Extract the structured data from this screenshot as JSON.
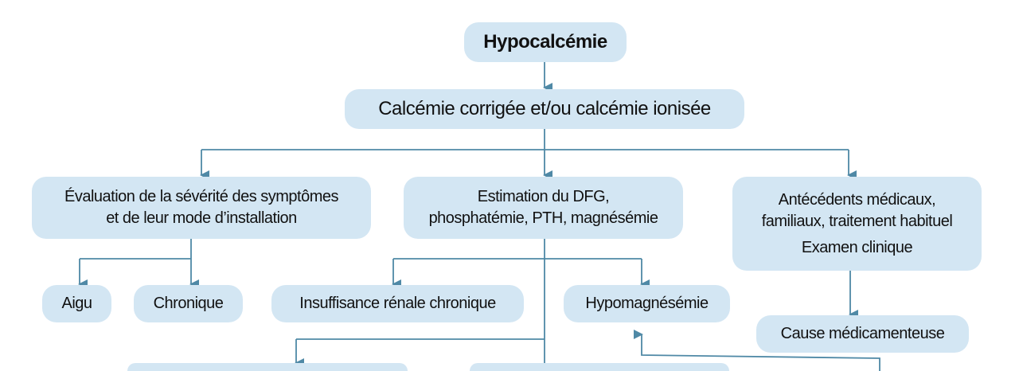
{
  "nodes": {
    "hypocalcemie": "Hypocalcémie",
    "calcemie": "Calcémie corrigée et/ou calcémie ionisée",
    "evaluation_line1": "Évaluation de la sévérité des symptômes",
    "evaluation_line2": "et de leur mode d’installation",
    "estimation_line1": "Estimation du DFG,",
    "estimation_line2": "phosphatémie, PTH, magnésémie",
    "antecedents_line1": "Antécédents médicaux,",
    "antecedents_line2": "familiaux, traitement habituel",
    "antecedents_line3": "Examen clinique",
    "aigu": "Aigu",
    "chronique": "Chronique",
    "insuffisance": "Insuffisance rénale chronique",
    "hypomagnesemie": "Hypomagnésémie",
    "cause_medicamenteuse": "Cause médicamenteuse"
  },
  "colors": {
    "box_fill": "#d3e6f3",
    "connector": "#4f89a6",
    "text": "#111111"
  }
}
